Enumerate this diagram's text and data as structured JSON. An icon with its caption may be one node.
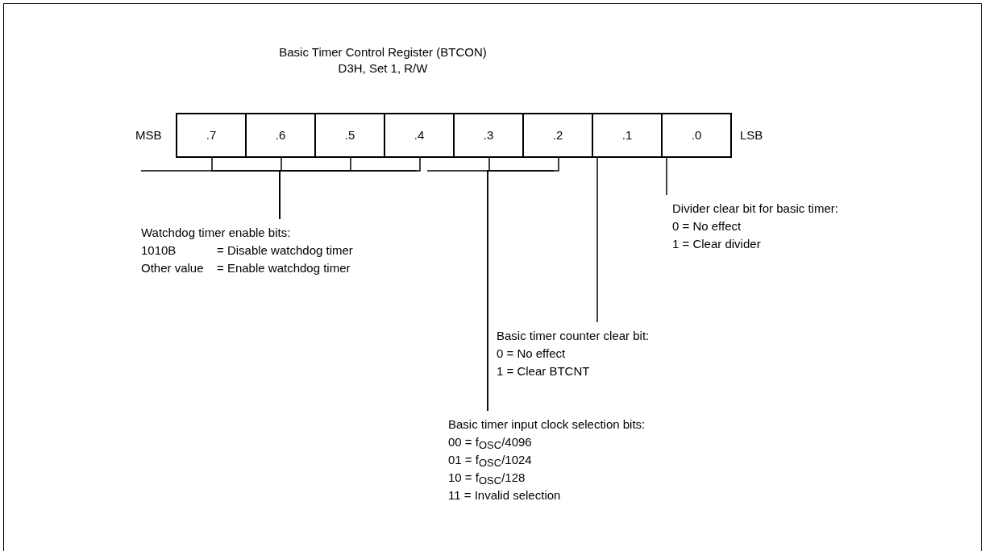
{
  "diagram": {
    "title": "Basic Timer Control Register (BTCON)",
    "nodes": [
      {
        "text": [
          ".7"
        ]
      },
      {
        "text": [
          ".6"
        ]
      },
      {
        "text": [
          ".5"
        ]
      },
      {
        "text": [
          ".4"
        ]
      },
      {
        "text": [
          ".3"
        ]
      },
      {
        "text": [
          ".2"
        ]
      },
      {
        "text": [
          ".1"
        ]
      },
      {
        "text": [
          ".0"
        ]
      },
      {
        "text": [
          "Watchdog timer enable bits:",
          "1010B",
          "= Disable watchdog timer",
          "Other value",
          "= Enable watchdog timer"
        ]
      },
      {
        "text": [
          "Divider clear bit for basic timer:",
          "0 = No effect",
          "1 = Clear divider"
        ]
      },
      {
        "text": [
          "Basic timer counter clear bit:",
          "0 = No effect",
          "1 = Clear BTCNT"
        ]
      },
      {
        "text": [
          "Basic timer input clock selection bits:",
          "00 = f$_{OSC}$/4096",
          "01 = f$_{OSC}$/1024",
          "10 = f$_{OSC}$/128",
          "11 = Invalid selection"
        ]
      }
    ],
    "edges": [
      {
        "from": 0,
        "to": 8,
        "arrow": "none"
      },
      {
        "from": 1,
        "to": 8,
        "arrow": "none"
      },
      {
        "from": 2,
        "to": 8,
        "arrow": "none"
      },
      {
        "from": 3,
        "to": 8,
        "arrow": "none"
      },
      {
        "from": 4,
        "to": 11,
        "arrow": "none"
      },
      {
        "from": 5,
        "to": 11,
        "arrow": "none"
      },
      {
        "from": 6,
        "to": 10,
        "arrow": "none"
      },
      {
        "from": 7,
        "to": 9,
        "arrow": "none"
      }
    ],
    "labels": [
      "D3H, Set 1, R/W",
      "MSB",
      "LSB"
    ]
  }
}
